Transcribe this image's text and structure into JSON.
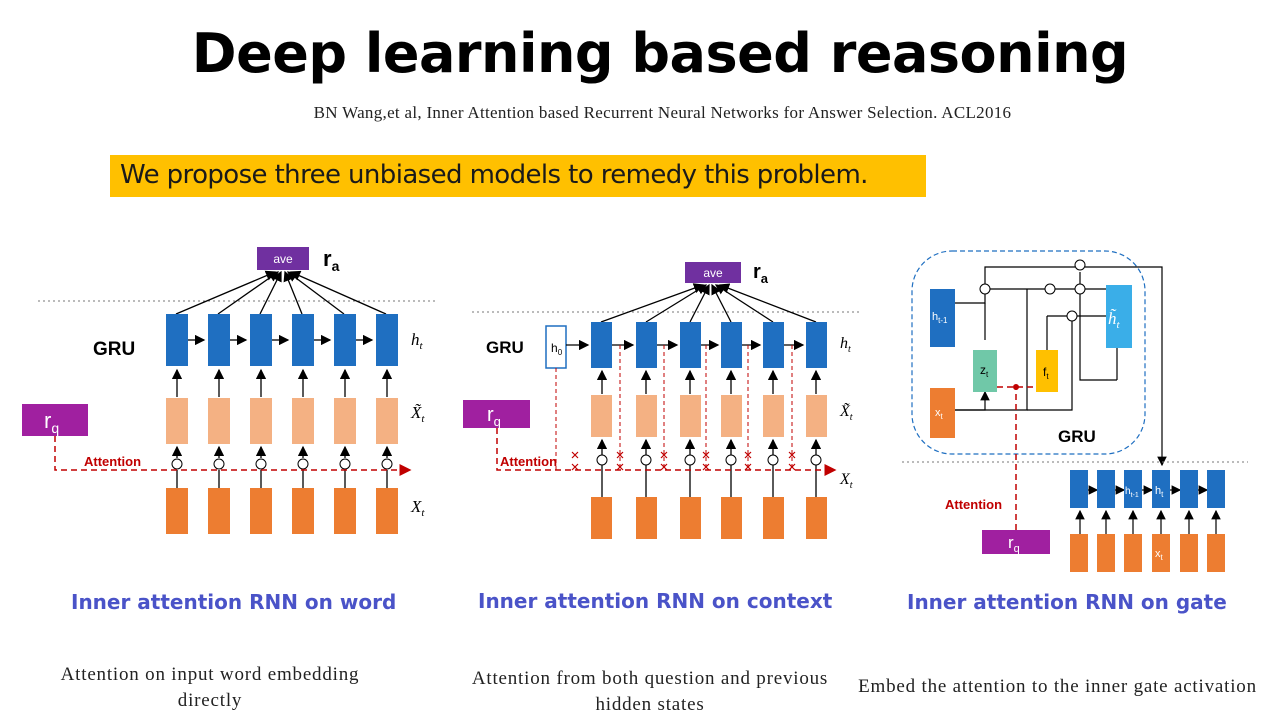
{
  "slide": {
    "title": "Deep learning based reasoning",
    "citation": "BN Wang,et al, Inner Attention based Recurrent Neural Networks for Answer Selection. ACL2016",
    "banner": "We propose three unbiased models to remedy this problem."
  },
  "panels": [
    {
      "caption": "Inner attention RNN on word",
      "description": "Attention on input word embedding directly",
      "labels": {
        "ave": "ave",
        "ra": "r",
        "ra_sub": "a",
        "gru": "GRU",
        "ht": "h",
        "ht_sub": "t",
        "xt_tilde": "X̃",
        "xt_tilde_sub": "t",
        "xt": "X",
        "xt_sub": "t",
        "rq": "r",
        "rq_sub": "q",
        "attention": "Attention"
      }
    },
    {
      "caption": "Inner attention RNN on context",
      "description": "Attention from both question and previous hidden states",
      "labels": {
        "ave": "ave",
        "ra": "r",
        "ra_sub": "a",
        "gru": "GRU",
        "h0": "h",
        "h0_sub": "0",
        "ht": "h",
        "ht_sub": "t",
        "xt_tilde": "X̃",
        "xt_tilde_sub": "t",
        "xt": "X",
        "xt_sub": "t",
        "rq": "r",
        "rq_sub": "q",
        "attention": "Attention"
      }
    },
    {
      "caption": "Inner attention RNN on gate",
      "description": "Embed the attention to the inner gate activation",
      "labels": {
        "gru": "GRU",
        "ht1": "h",
        "ht1_sub": "t-1",
        "xt": "x",
        "xt_sub": "t",
        "zt": "z",
        "zt_sub": "t",
        "ft": "f",
        "ft_sub": "t",
        "ht_tilde": "h̃",
        "ht_tilde_sub": "t",
        "attention": "Attention",
        "rq": "r",
        "rq_sub": "q",
        "row_ht1": "h",
        "row_ht1_sub": "t-1",
        "row_ht": "h",
        "row_ht_sub": "t",
        "row_xt": "x",
        "row_xt_sub": "t"
      }
    }
  ],
  "colors": {
    "banner": "#ffc000",
    "hidden_block": "#1f6fc1",
    "xtilde_block": "#f4b183",
    "x_block": "#ed7d31",
    "purple": "#7030a0",
    "attention_red": "#c00000",
    "z_gate": "#70c8a8",
    "f_gate": "#ffc000",
    "h_tilde": "#3aaee8",
    "caption_blue": "#4a53c8"
  }
}
